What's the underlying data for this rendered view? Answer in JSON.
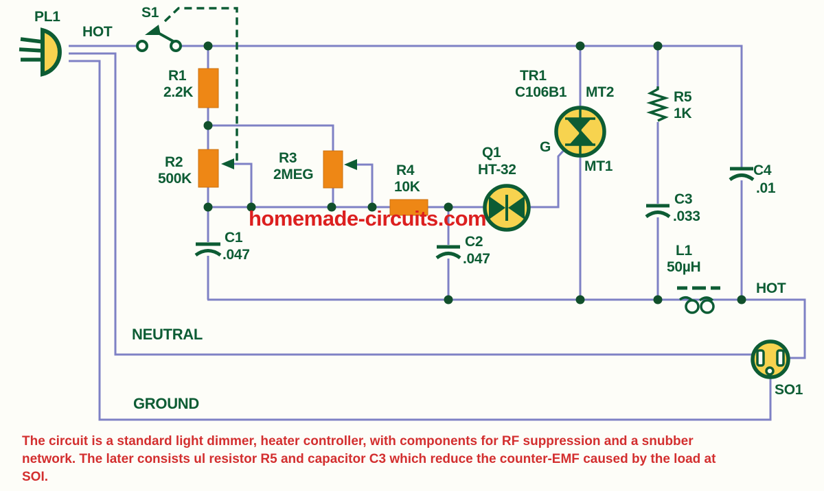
{
  "watermark": "homemade-circuits.com",
  "caption_lines": [
    "The circuit is a standard light dimmer, heater controller, with components for RF suppression and a snubber",
    "network. The later consists ul resistor R5 and capacitor C3 which reduce the counter-EMF caused by the load at",
    "SOI."
  ],
  "power_lines": {
    "hot_in": "HOT",
    "hot_out": "HOT",
    "neutral": "NEUTRAL",
    "ground": "GROUND"
  },
  "components": {
    "pl1": {
      "ref": "PL1"
    },
    "s1": {
      "ref": "S1"
    },
    "r1": {
      "ref": "R1",
      "value": "2.2K"
    },
    "r2": {
      "ref": "R2",
      "value": "500K"
    },
    "r3": {
      "ref": "R3",
      "value": "2MEG"
    },
    "r4": {
      "ref": "R4",
      "value": "10K"
    },
    "r5": {
      "ref": "R5",
      "value": "1K"
    },
    "c1": {
      "ref": "C1",
      "value": ".047"
    },
    "c2": {
      "ref": "C2",
      "value": ".047"
    },
    "c3": {
      "ref": "C3",
      "value": ".033"
    },
    "c4": {
      "ref": "C4",
      "value": ".01"
    },
    "q1": {
      "ref": "Q1",
      "value": "HT-32"
    },
    "tr1": {
      "ref": "TR1",
      "value": "C106B1",
      "mt2": "MT2",
      "g": "G",
      "mt1": "MT1"
    },
    "l1": {
      "ref": "L1",
      "value": "50µH"
    },
    "so1": {
      "ref": "SO1"
    }
  },
  "colors": {
    "wire_purple": "#7e81c5",
    "symbol_green": "#0d5c34",
    "resistor_orange": "#ee8715",
    "component_yellow": "#f7d34f",
    "caption_red": "#d32f2f",
    "watermark_red": "#dc1f1f"
  }
}
